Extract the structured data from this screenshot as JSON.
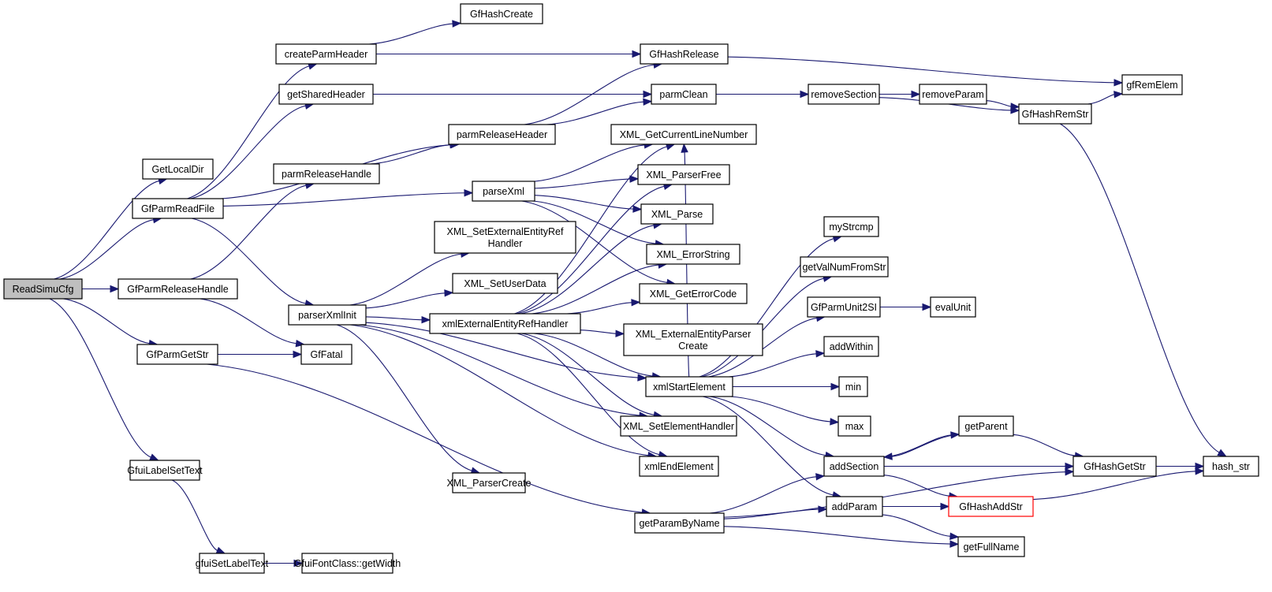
{
  "graph": {
    "title": "Call graph of ReadSimuCfg",
    "edge_color": "#191970",
    "root_fill": "#bfbfbf",
    "truncated_border": "#ff0000",
    "nodes": [
      {
        "id": "ReadSimuCfg",
        "label": [
          "ReadSimuCfg"
        ],
        "kind": "root"
      },
      {
        "id": "GetLocalDir",
        "label": [
          "GetLocalDir"
        ]
      },
      {
        "id": "GfParmReadFile",
        "label": [
          "GfParmReadFile"
        ]
      },
      {
        "id": "GfParmReleaseHandle",
        "label": [
          "GfParmReleaseHandle"
        ]
      },
      {
        "id": "GfParmGetStr",
        "label": [
          "GfParmGetStr"
        ]
      },
      {
        "id": "GfuiLabelSetText",
        "label": [
          "GfuiLabelSetText"
        ]
      },
      {
        "id": "createParmHeader",
        "label": [
          "createParmHeader"
        ]
      },
      {
        "id": "getSharedHeader",
        "label": [
          "getSharedHeader"
        ]
      },
      {
        "id": "parmReleaseHandle",
        "label": [
          "parmReleaseHandle"
        ]
      },
      {
        "id": "parserXmlInit",
        "label": [
          "parserXmlInit"
        ]
      },
      {
        "id": "GfFatal",
        "label": [
          "GfFatal"
        ]
      },
      {
        "id": "gfuiSetLabelText",
        "label": [
          "gfuiSetLabelText"
        ]
      },
      {
        "id": "GfHashCreate",
        "label": [
          "GfHashCreate"
        ]
      },
      {
        "id": "parmReleaseHeader",
        "label": [
          "parmReleaseHeader"
        ]
      },
      {
        "id": "parseXml",
        "label": [
          "parseXml"
        ]
      },
      {
        "id": "XML_SetExternalEntityRefHandler",
        "label": [
          "XML_SetExternalEntityRef",
          "Handler"
        ]
      },
      {
        "id": "XML_SetUserData",
        "label": [
          "XML_SetUserData"
        ]
      },
      {
        "id": "xmlExternalEntityRefHandler",
        "label": [
          "xmlExternalEntityRefHandler"
        ]
      },
      {
        "id": "XML_ParserCreate",
        "label": [
          "XML_ParserCreate"
        ]
      },
      {
        "id": "GfuiFontClass::getWidth",
        "label": [
          "GfuiFontClass::getWidth"
        ]
      },
      {
        "id": "getParamByName",
        "label": [
          "getParamByName"
        ]
      },
      {
        "id": "GfHashRelease",
        "label": [
          "GfHashRelease"
        ]
      },
      {
        "id": "parmClean",
        "label": [
          "parmClean"
        ]
      },
      {
        "id": "XML_GetCurrentLineNumber",
        "label": [
          "XML_GetCurrentLineNumber"
        ]
      },
      {
        "id": "XML_ParserFree",
        "label": [
          "XML_ParserFree"
        ]
      },
      {
        "id": "XML_Parse",
        "label": [
          "XML_Parse"
        ]
      },
      {
        "id": "XML_ErrorString",
        "label": [
          "XML_ErrorString"
        ]
      },
      {
        "id": "XML_GetErrorCode",
        "label": [
          "XML_GetErrorCode"
        ]
      },
      {
        "id": "XML_ExternalEntityParserCreate",
        "label": [
          "XML_ExternalEntityParser",
          "Create"
        ]
      },
      {
        "id": "xmlStartElement",
        "label": [
          "xmlStartElement"
        ]
      },
      {
        "id": "XML_SetElementHandler",
        "label": [
          "XML_SetElementHandler"
        ]
      },
      {
        "id": "xmlEndElement",
        "label": [
          "xmlEndElement"
        ]
      },
      {
        "id": "removeSection",
        "label": [
          "removeSection"
        ]
      },
      {
        "id": "myStrcmp",
        "label": [
          "myStrcmp"
        ]
      },
      {
        "id": "getValNumFromStr",
        "label": [
          "getValNumFromStr"
        ]
      },
      {
        "id": "GfParmUnit2SI",
        "label": [
          "GfParmUnit2SI"
        ]
      },
      {
        "id": "addWithin",
        "label": [
          "addWithin"
        ]
      },
      {
        "id": "min",
        "label": [
          "min"
        ]
      },
      {
        "id": "max",
        "label": [
          "max"
        ]
      },
      {
        "id": "addSection",
        "label": [
          "addSection"
        ]
      },
      {
        "id": "addParam",
        "label": [
          "addParam"
        ]
      },
      {
        "id": "removeParam",
        "label": [
          "removeParam"
        ]
      },
      {
        "id": "evalUnit",
        "label": [
          "evalUnit"
        ]
      },
      {
        "id": "getParent",
        "label": [
          "getParent"
        ]
      },
      {
        "id": "GfHashAddStr",
        "label": [
          "GfHashAddStr"
        ],
        "kind": "truncated"
      },
      {
        "id": "getFullName",
        "label": [
          "getFullName"
        ]
      },
      {
        "id": "GfHashRemStr",
        "label": [
          "GfHashRemStr"
        ]
      },
      {
        "id": "GfHashGetStr",
        "label": [
          "GfHashGetStr"
        ]
      },
      {
        "id": "gfRemElem",
        "label": [
          "gfRemElem"
        ]
      },
      {
        "id": "hash_str",
        "label": [
          "hash_str"
        ]
      }
    ],
    "edges": [
      [
        "ReadSimuCfg",
        "GetLocalDir"
      ],
      [
        "ReadSimuCfg",
        "GfParmReadFile"
      ],
      [
        "ReadSimuCfg",
        "GfParmReleaseHandle"
      ],
      [
        "ReadSimuCfg",
        "GfParmGetStr"
      ],
      [
        "ReadSimuCfg",
        "GfuiLabelSetText"
      ],
      [
        "GfParmReadFile",
        "createParmHeader"
      ],
      [
        "GfParmReadFile",
        "getSharedHeader"
      ],
      [
        "GfParmReadFile",
        "parmReleaseHeader"
      ],
      [
        "GfParmReadFile",
        "parseXml"
      ],
      [
        "GfParmReadFile",
        "parserXmlInit"
      ],
      [
        "GfParmReleaseHandle",
        "parmReleaseHandle"
      ],
      [
        "GfParmReleaseHandle",
        "GfFatal"
      ],
      [
        "GfParmGetStr",
        "GfFatal"
      ],
      [
        "GfParmGetStr",
        "getParamByName"
      ],
      [
        "GfuiLabelSetText",
        "gfuiSetLabelText"
      ],
      [
        "gfuiSetLabelText",
        "GfuiFontClass::getWidth"
      ],
      [
        "createParmHeader",
        "GfHashCreate"
      ],
      [
        "createParmHeader",
        "GfHashRelease"
      ],
      [
        "getSharedHeader",
        "parmClean"
      ],
      [
        "parmReleaseHandle",
        "parmReleaseHeader"
      ],
      [
        "parmReleaseHeader",
        "GfHashRelease"
      ],
      [
        "parmReleaseHeader",
        "parmClean"
      ],
      [
        "parmClean",
        "removeSection"
      ],
      [
        "removeSection",
        "removeParam"
      ],
      [
        "removeSection",
        "GfHashRemStr"
      ],
      [
        "removeParam",
        "GfHashRemStr"
      ],
      [
        "GfHashRelease",
        "gfRemElem"
      ],
      [
        "GfHashRemStr",
        "gfRemElem"
      ],
      [
        "GfHashRemStr",
        "hash_str"
      ],
      [
        "parseXml",
        "XML_GetCurrentLineNumber"
      ],
      [
        "parseXml",
        "XML_ParserFree"
      ],
      [
        "parseXml",
        "XML_Parse"
      ],
      [
        "parseXml",
        "XML_ErrorString"
      ],
      [
        "parseXml",
        "XML_GetErrorCode"
      ],
      [
        "parserXmlInit",
        "XML_SetExternalEntityRefHandler"
      ],
      [
        "parserXmlInit",
        "XML_SetUserData"
      ],
      [
        "parserXmlInit",
        "xmlExternalEntityRefHandler"
      ],
      [
        "parserXmlInit",
        "xmlStartElement"
      ],
      [
        "parserXmlInit",
        "XML_SetElementHandler"
      ],
      [
        "parserXmlInit",
        "xmlEndElement"
      ],
      [
        "parserXmlInit",
        "XML_ParserCreate"
      ],
      [
        "xmlExternalEntityRefHandler",
        "XML_GetCurrentLineNumber"
      ],
      [
        "xmlExternalEntityRefHandler",
        "XML_ParserFree"
      ],
      [
        "xmlExternalEntityRefHandler",
        "XML_Parse"
      ],
      [
        "xmlExternalEntityRefHandler",
        "XML_ErrorString"
      ],
      [
        "xmlExternalEntityRefHandler",
        "XML_GetErrorCode"
      ],
      [
        "xmlExternalEntityRefHandler",
        "XML_ExternalEntityParserCreate"
      ],
      [
        "xmlExternalEntityRefHandler",
        "xmlStartElement"
      ],
      [
        "xmlExternalEntityRefHandler",
        "XML_SetElementHandler"
      ],
      [
        "xmlExternalEntityRefHandler",
        "xmlEndElement"
      ],
      [
        "xmlStartElement",
        "XML_GetCurrentLineNumber"
      ],
      [
        "xmlStartElement",
        "myStrcmp"
      ],
      [
        "xmlStartElement",
        "getValNumFromStr"
      ],
      [
        "xmlStartElement",
        "GfParmUnit2SI"
      ],
      [
        "xmlStartElement",
        "addWithin"
      ],
      [
        "xmlStartElement",
        "min"
      ],
      [
        "xmlStartElement",
        "max"
      ],
      [
        "xmlStartElement",
        "addSection"
      ],
      [
        "xmlStartElement",
        "addParam"
      ],
      [
        "GfParmUnit2SI",
        "evalUnit"
      ],
      [
        "getParamByName",
        "addSection"
      ],
      [
        "getParamByName",
        "addParam"
      ],
      [
        "getParamByName",
        "getFullName"
      ],
      [
        "getParamByName",
        "GfHashGetStr"
      ],
      [
        "addSection",
        "getParent"
      ],
      [
        "getParent",
        "addSection"
      ],
      [
        "addSection",
        "GfHashGetStr"
      ],
      [
        "addSection",
        "GfHashAddStr"
      ],
      [
        "getParent",
        "GfHashGetStr"
      ],
      [
        "addParam",
        "GfHashAddStr"
      ],
      [
        "addParam",
        "getFullName"
      ],
      [
        "GfHashAddStr",
        "hash_str"
      ],
      [
        "GfHashGetStr",
        "hash_str"
      ]
    ]
  }
}
